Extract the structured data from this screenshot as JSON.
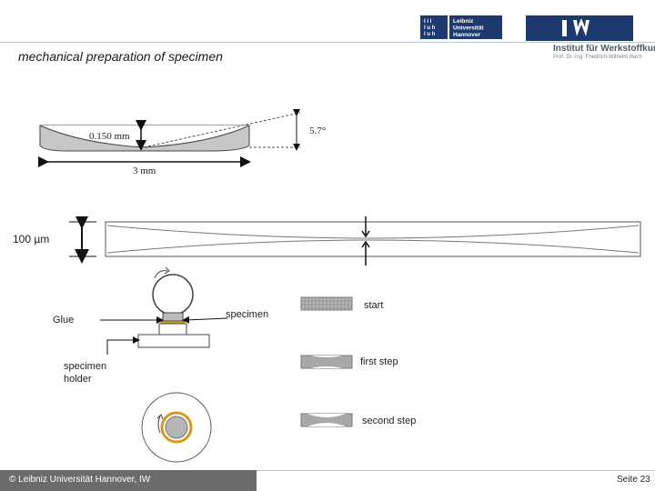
{
  "header": {
    "title": "mechanical preparation of specimen",
    "luh_logo_lines": [
      "Leibniz",
      "Universität",
      "Hannover"
    ],
    "institute_name": "Institut für Werkstoffkunde",
    "professor_line": "Prof. Dr.-Ing. Friedrich-Wilhelm Bach"
  },
  "dish_diagram": {
    "depth_label": "0.150 mm",
    "angle_label": "5.7°",
    "width_label": "3 mm"
  },
  "profile_diagram": {
    "thickness_label": "100 µm"
  },
  "polishing_setup": {
    "glue_label": "Glue",
    "specimen_label": "specimen",
    "holder_label_line1": "specimen",
    "holder_label_line2": "holder"
  },
  "stages": {
    "start_label": "start",
    "first_step_label": "first step",
    "second_step_label": "second step"
  },
  "footer": {
    "copyright": "© Leibniz Universität Hannover, IW",
    "page": "Seite 23"
  },
  "colors": {
    "luh_blue": "#1c3a6e",
    "glue_orange": "#d49a1c",
    "footer_gray": "#6b6b6b"
  }
}
